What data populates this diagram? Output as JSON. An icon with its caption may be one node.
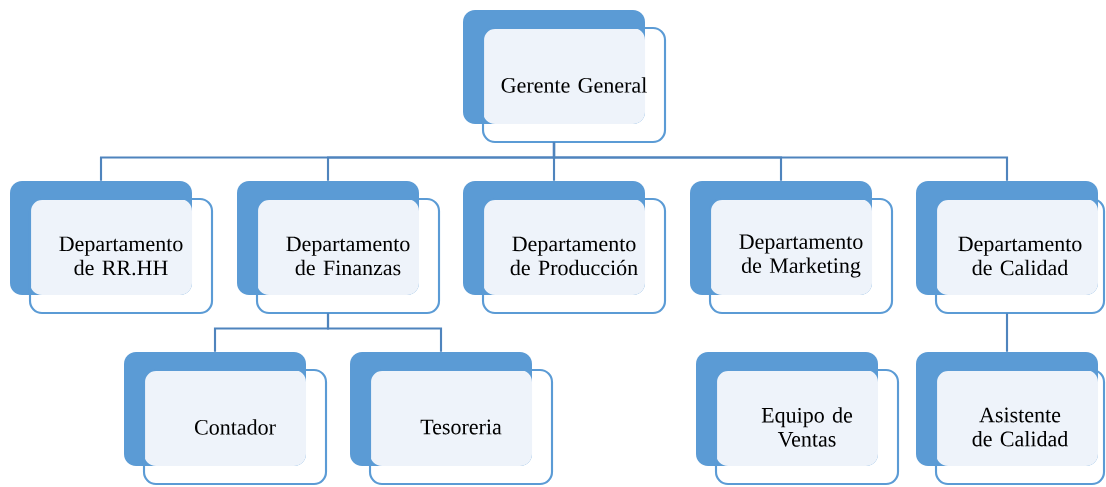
{
  "diagram": {
    "nodes": [
      {
        "text": [
          "Gerente General"
        ]
      },
      {
        "text": [
          "Departamento de RR.HH"
        ]
      },
      {
        "text": [
          "Departamento de Finanzas"
        ]
      },
      {
        "text": [
          "Departamento de Producción"
        ]
      },
      {
        "text": [
          "Departamento de Marketing"
        ]
      },
      {
        "text": [
          "Departamento de Calidad"
        ]
      },
      {
        "text": [
          "Contador"
        ]
      },
      {
        "text": [
          "Tesoreria"
        ]
      },
      {
        "text": [
          "Equipo de Ventas"
        ]
      },
      {
        "text": [
          "Asistente de Calidad"
        ]
      }
    ],
    "edges": [
      {
        "from": 0,
        "to": 1,
        "arrow": "none"
      },
      {
        "from": 0,
        "to": 2,
        "arrow": "none"
      },
      {
        "from": 0,
        "to": 3,
        "arrow": "none"
      },
      {
        "from": 0,
        "to": 4,
        "arrow": "none"
      },
      {
        "from": 0,
        "to": 5,
        "arrow": "none"
      },
      {
        "from": 2,
        "to": 6,
        "arrow": "none"
      },
      {
        "from": 2,
        "to": 7,
        "arrow": "none"
      },
      {
        "from": 5,
        "to": 9,
        "arrow": "none"
      }
    ]
  }
}
